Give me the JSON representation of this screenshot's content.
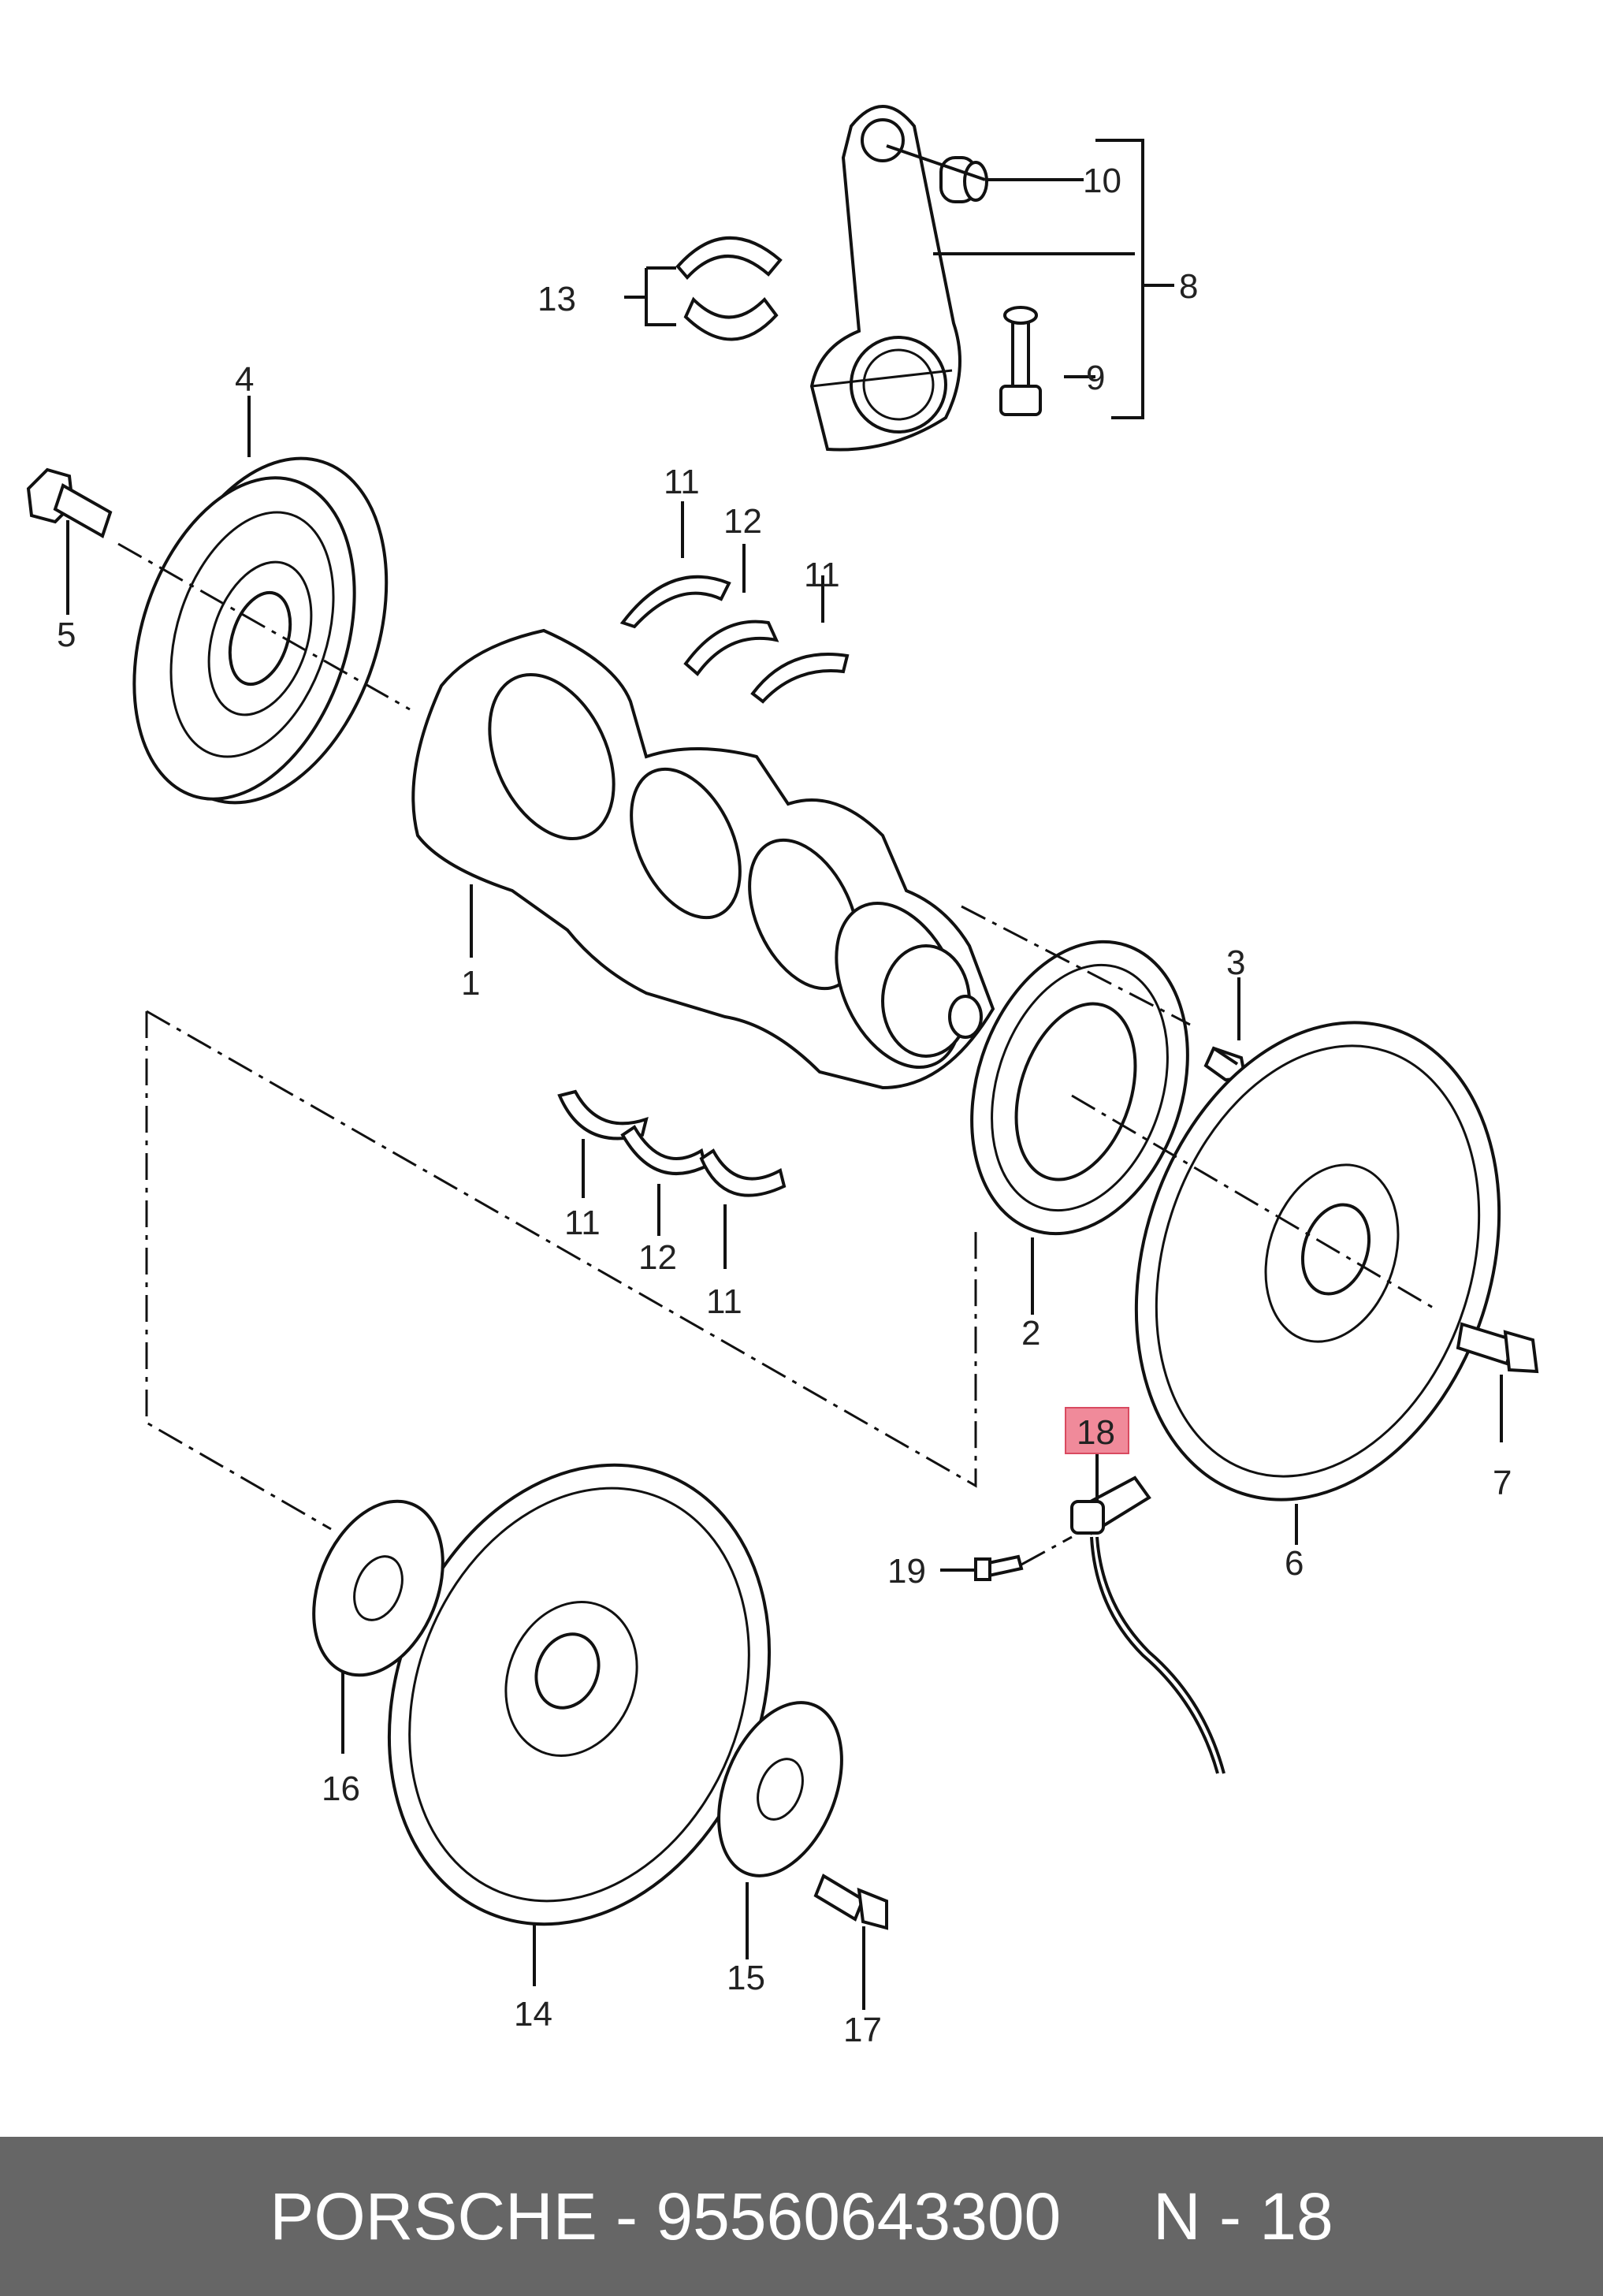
{
  "callouts": {
    "c1": "1",
    "c2": "2",
    "c3": "3",
    "c4": "4",
    "c5": "5",
    "c6": "6",
    "c7": "7",
    "c8": "8",
    "c9": "9",
    "c10": "10",
    "c11a": "11",
    "c11b": "11",
    "c11c": "11",
    "c11d": "11",
    "c12a": "12",
    "c12b": "12",
    "c13": "13",
    "c14": "14",
    "c15": "15",
    "c16": "16",
    "c17": "17",
    "c18": "18",
    "c19": "19"
  },
  "highlight": {
    "callout": "18",
    "color": "#f08a9a"
  },
  "footer": {
    "text": "PORSCHE - 95560643300     N - 18",
    "background": "#666666",
    "text_color": "#ffffff"
  }
}
